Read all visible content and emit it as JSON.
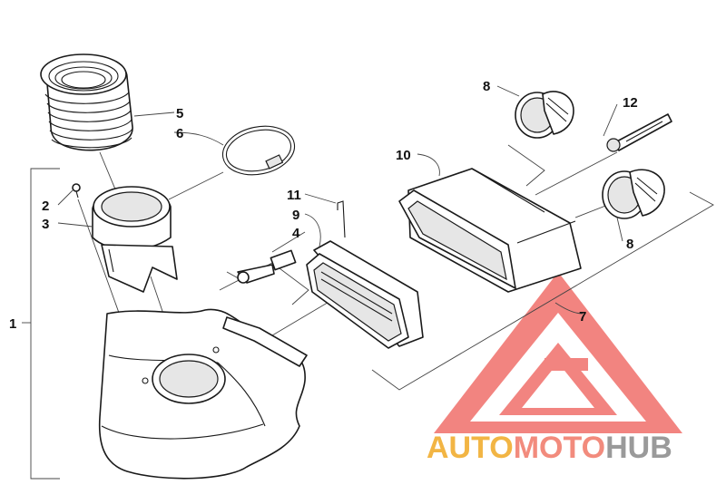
{
  "callouts": {
    "c1": "1",
    "c2": "2",
    "c3": "3",
    "c4": "4",
    "c5": "5",
    "c6": "6",
    "c7": "7",
    "c8a": "8",
    "c8b": "8",
    "c9": "9",
    "c10": "10",
    "c11": "11",
    "c12": "12"
  },
  "watermark": {
    "part1": "AUTO",
    "part2": "MOTO",
    "part3": "HUB",
    "colors": {
      "auto": "#f2b544",
      "moto": "#f28b7d",
      "hub": "#9a9a9a",
      "triangle": "#f06f6a"
    }
  }
}
